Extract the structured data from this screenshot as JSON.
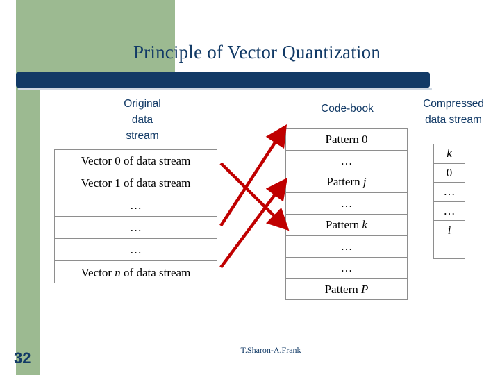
{
  "slide": {
    "title": "Principle of Vector Quantization",
    "page_number": "32",
    "footer": "T.Sharon-A.Frank",
    "colors": {
      "title": "#123a66",
      "bar": "#123a66",
      "accent_green": "#9cba91",
      "arrow": "#c00000"
    }
  },
  "labels": {
    "original": "Original\ndata\nstream",
    "original_line1": "Original",
    "original_line2": "data",
    "original_line3": "stream",
    "codebook": "Code-book",
    "compressed_line1": "Compressed",
    "compressed_line2": "data stream"
  },
  "tables": {
    "original": {
      "rows": [
        "Vector 0 of data stream",
        "Vector 1 of data stream",
        "…",
        "…",
        "…",
        "Vector n of data stream"
      ]
    },
    "codebook": {
      "rows": [
        "Pattern 0",
        "…",
        "Pattern j",
        "…",
        "Pattern k",
        "…",
        "…",
        "Pattern P"
      ]
    },
    "compressed": {
      "rows": [
        "k",
        "0",
        "…",
        "…",
        "i"
      ]
    }
  }
}
